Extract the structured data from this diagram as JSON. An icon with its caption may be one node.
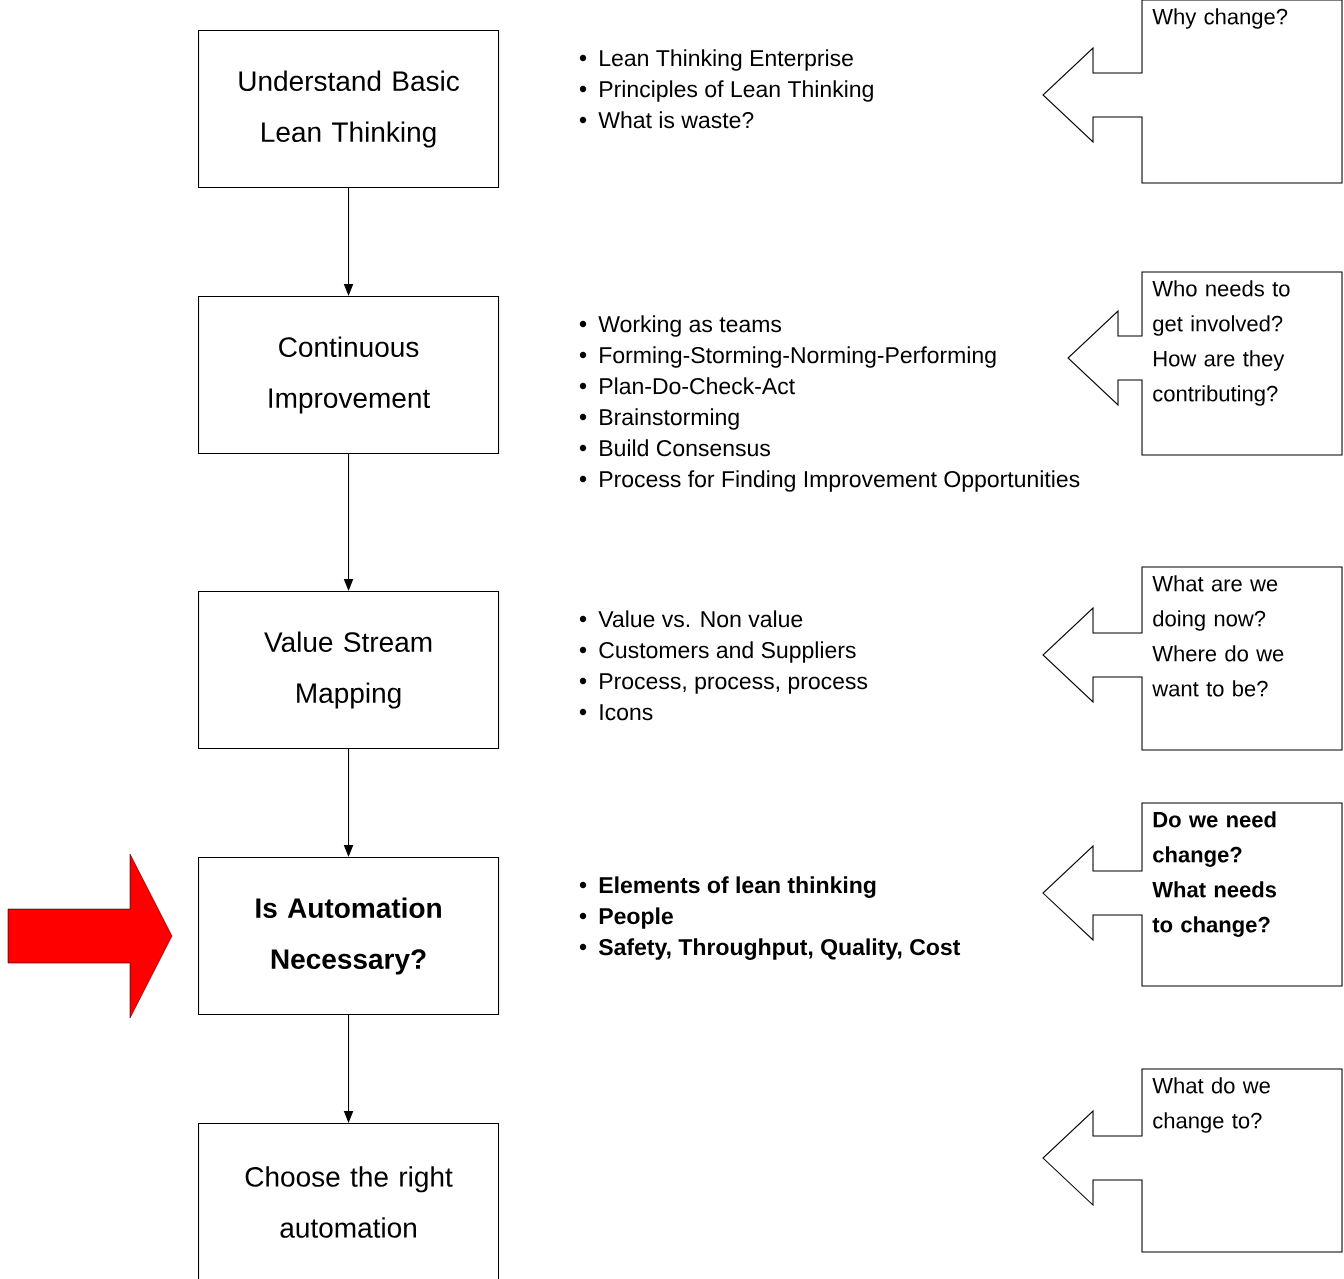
{
  "diagram": {
    "nodes": [
      {
        "text": [
          "Understand Basic Lean Thinking"
        ]
      },
      {
        "text": [
          "Continuous Improvement"
        ]
      },
      {
        "text": [
          "Value Stream Mapping"
        ]
      },
      {
        "text": [
          "Is Automation Necessary?"
        ]
      },
      {
        "text": [
          "Choose the right automation"
        ]
      },
      {
        "text": [
          "Why change?"
        ]
      },
      {
        "text": [
          "Who needs to get involved? How are they contributing?"
        ]
      },
      {
        "text": [
          "What are we doing now? Where do we want to be?"
        ]
      },
      {
        "text": [
          "Do we need change? What needs to change?"
        ]
      },
      {
        "text": [
          "What do we change to?"
        ]
      }
    ],
    "edges": [
      {
        "from": 0,
        "to": 1,
        "arrow": "to"
      },
      {
        "from": 1,
        "to": 2,
        "arrow": "to"
      },
      {
        "from": 2,
        "to": 3,
        "arrow": "to"
      },
      {
        "from": 3,
        "to": 4,
        "arrow": "to"
      },
      {
        "from": null,
        "to": 3,
        "arrow": "to",
        "style": "thick",
        "color": "#ff0000"
      }
    ],
    "labels": [
      "Lean Thinking Enterprise",
      "Principles of Lean Thinking",
      "What is waste?",
      "Working as teams",
      "Forming-Storming-Norming-Performing",
      "Plan-Do-Check-Act",
      "Brainstorming",
      "Build Consensus",
      "Process for Finding Improvement Opportunities",
      "Value vs. Non value",
      "Customers and Suppliers",
      "Process, process, process",
      "Icons",
      "Elements of lean thinking",
      "People",
      "Safety, Throughput, Quality, Cost"
    ]
  }
}
